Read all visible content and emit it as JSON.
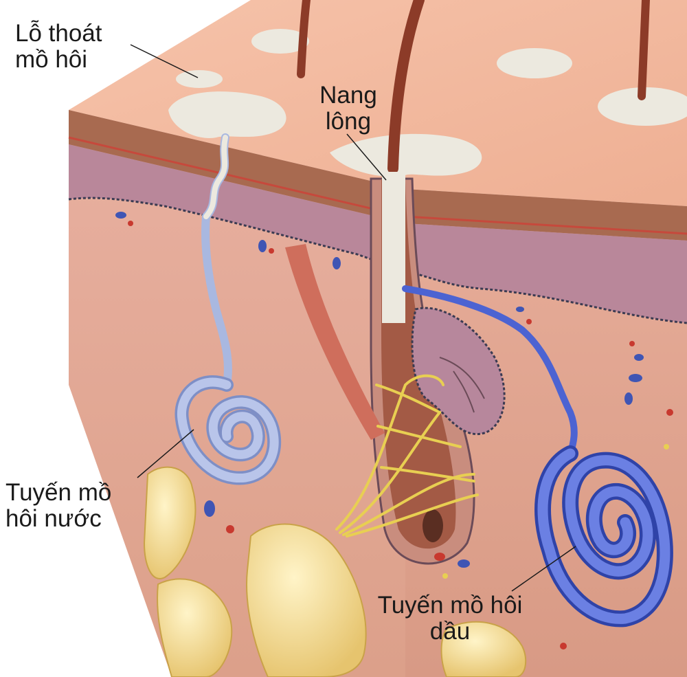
{
  "labels": {
    "sweat_pore": {
      "line1": "Lỗ thoát",
      "line2": "mồ hôi"
    },
    "hair_follicle": {
      "line1": "Nang",
      "line2": "lông"
    },
    "eccrine_gland": {
      "line1": "Tuyến mồ",
      "line2": "hôi nước"
    },
    "apocrine_gland": {
      "line1": "Tuyến mồ hôi",
      "line2": "dầu"
    }
  },
  "colors": {
    "skin_surface": "#f2b79d",
    "epidermis": "#a86a50",
    "dermis": "#e3a691",
    "papillary_layer": "#b9879a",
    "eccrine_duct": "#a9b8e0",
    "apocrine_gland": "#4c63d2",
    "hair": "#8c3b28",
    "nerve": "#e8cf52",
    "fat": "#efd48a",
    "pore_fluid": "#ece9df"
  }
}
